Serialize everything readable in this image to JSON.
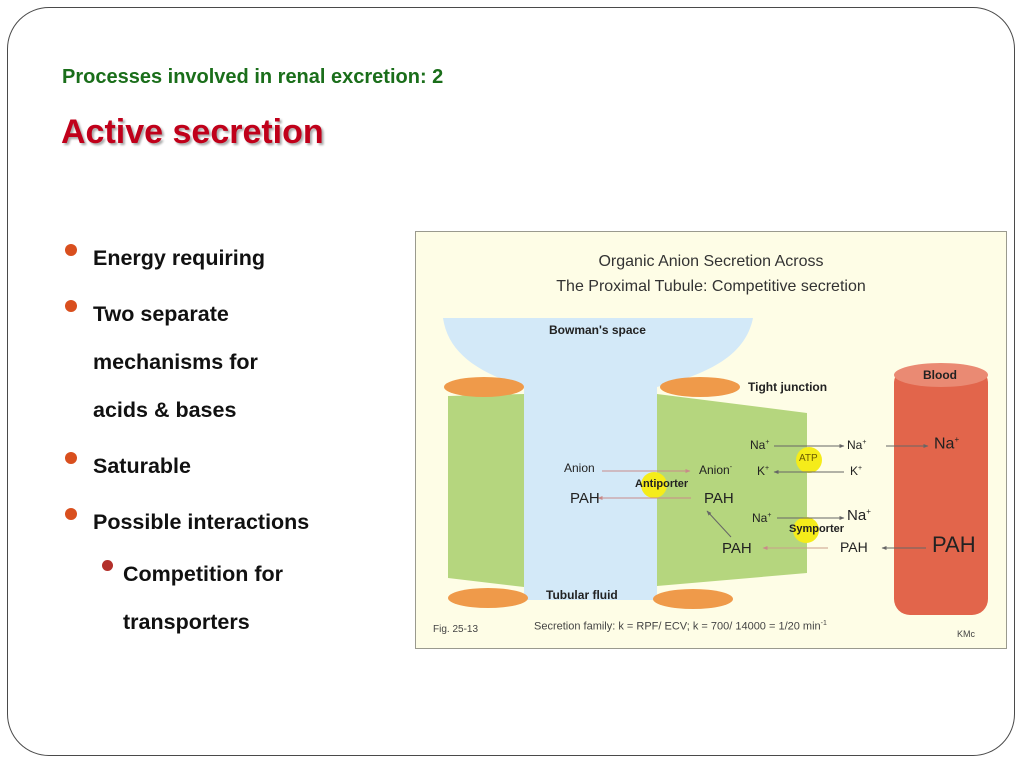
{
  "slide": {
    "subtitle": "Processes involved in renal excretion: 2",
    "title": "Active secretion",
    "colors": {
      "subtitle": "#1a6e1a",
      "title": "#c0001a",
      "bullet": "#d94f1e",
      "sub_bullet": "#b3302a"
    },
    "bullets": [
      {
        "text": "Energy requiring",
        "level": 1
      },
      {
        "text": "Two separate mechanisms for acids & bases",
        "level": 1
      },
      {
        "text": "Saturable",
        "level": 1
      },
      {
        "text": "Possible interactions",
        "level": 1
      },
      {
        "text": "Competition for transporters",
        "level": 2
      }
    ]
  },
  "diagram": {
    "title_line1": "Organic  Anion  Secretion  Across",
    "title_line2": "The  Proximal  Tubule: Competitive secretion",
    "labels": {
      "bowmans_space": "Bowman's  space",
      "tight_junction": "Tight junction",
      "tubular_fluid": "Tubular fluid",
      "blood": "Blood",
      "antiporter": "Antiporter",
      "symporter": "Symporter",
      "atp": "ATP",
      "anion_lumen": "Anion",
      "anion_cell": "Anion",
      "pah_lumen": "PAH",
      "pah_cell_top": "PAH",
      "pah_cell_bottom": "PAH",
      "pah_interstitial": "PAH",
      "pah_blood": "PAH",
      "na_cell_top": "Na",
      "na_interstitial_top": "Na",
      "na_blood": "Na",
      "k_cell": "K",
      "k_interstitial": "K",
      "na_cell_bottom": "Na",
      "na_interstitial_bottom": "Na",
      "plus": "+",
      "anion_charge": "-"
    },
    "caption": "Secretion family: k = RPF/ ECV; k = 700/ 14000 = 1/20 min",
    "caption_exponent": "-1",
    "figure_ref": "Fig. 25-13",
    "credit": "KMc",
    "colors": {
      "background": "#fefde6",
      "lumen": "#d3e9f8",
      "cell": "#b5d67e",
      "tight_junction": "#ef9a4a",
      "blood": "#e2654b",
      "blood_top": "#ea8a73",
      "transporter": "#f5ec1a",
      "arrow_pink": "#c98a8a",
      "arrow_dark": "#666666"
    }
  }
}
